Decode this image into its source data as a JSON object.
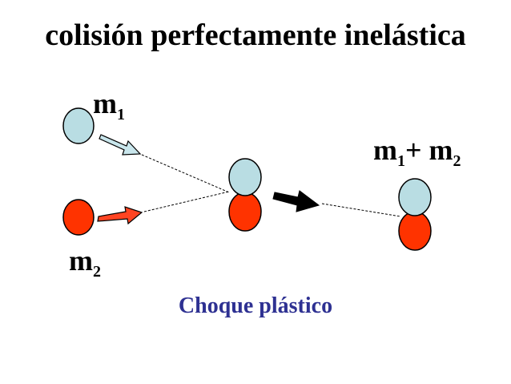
{
  "title": "colisión perfectamente inelástica",
  "labels": {
    "m1": {
      "base": "m",
      "sub": "1"
    },
    "m2": {
      "base": "m",
      "sub": "2"
    },
    "sum": {
      "m1_base": "m",
      "m1_sub": "1",
      "plus": "+ ",
      "m2_base": "m",
      "m2_sub": "2"
    }
  },
  "caption": "Choque plástico",
  "colors": {
    "mass1": "#b9dde3",
    "mass2": "#ff3300",
    "caption": "#2e3192",
    "arrow_fill_1": "#c9e6ec",
    "arrow_fill_2": "#ff4422"
  }
}
